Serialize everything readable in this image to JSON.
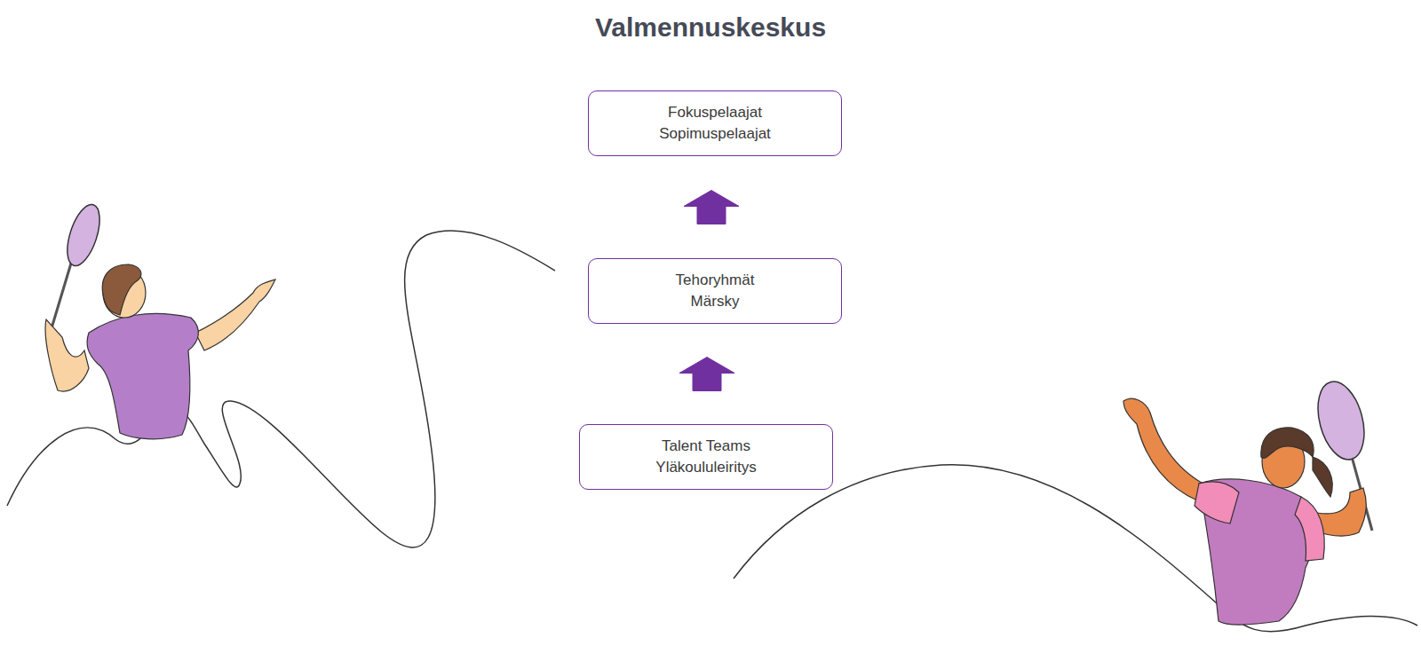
{
  "diagram": {
    "title": "Valmennuskeskus",
    "nodes": [
      {
        "text": [
          "Fokuspelaajat",
          "Sopimuspelaajat"
        ]
      },
      {
        "text": [
          "Tehoryhmät",
          "Märsky"
        ]
      },
      {
        "text": [
          "Talent Teams",
          "Yläkoululeiritys"
        ]
      }
    ],
    "edges": [
      {
        "from": 2,
        "to": 1,
        "arrow": "to"
      },
      {
        "from": 1,
        "to": 0,
        "arrow": "to"
      }
    ]
  }
}
